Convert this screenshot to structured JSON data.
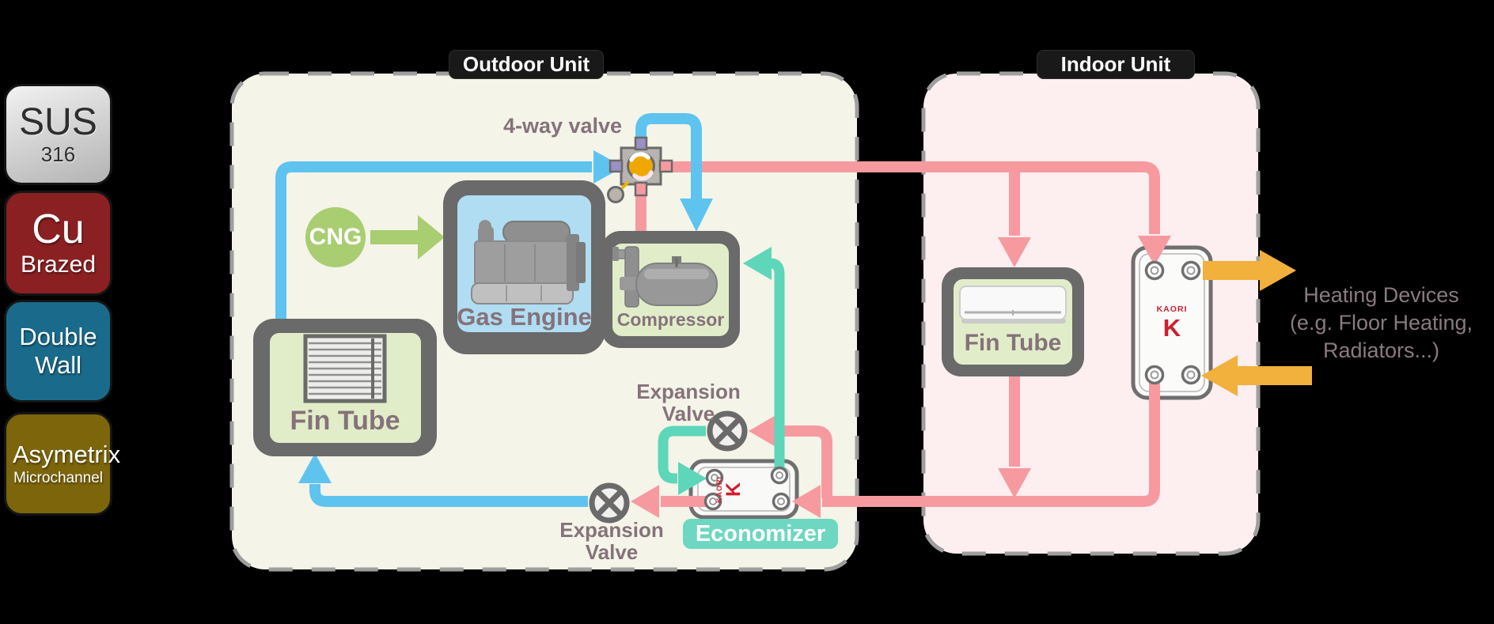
{
  "badges": [
    {
      "title": "SUS",
      "subtitle": "316"
    },
    {
      "title": "Cu",
      "subtitle": "Brazed"
    },
    {
      "title": "Double Wall",
      "subtitle": ""
    },
    {
      "title": "Asymetrix",
      "subtitle": "Microchannel"
    }
  ],
  "units": {
    "outdoor": "Outdoor Unit",
    "indoor": "Indoor Unit"
  },
  "components": {
    "four_way_valve": "4-way valve",
    "gas_engine": "Gas Engine",
    "compressor": "Compressor",
    "outdoor_fin_tube": "Fin Tube",
    "indoor_fin_tube": "Fin Tube",
    "economizer": "Economizer",
    "expansion_valve_upper": "Expansion Valve",
    "expansion_valve_lower": "Expansion Valve",
    "cng": "CNG"
  },
  "annotations": {
    "heating_devices": "Heating Devices\n(e.g. Floor Heating,\nRadiators...)"
  },
  "brand": {
    "name": "KAORI",
    "mark": "K"
  },
  "colors": {
    "background": "#000000",
    "outdoor_unit_bg": "#f4f4e8",
    "indoor_unit_bg": "#fdeef0",
    "dashed_border": "#9e9e9e",
    "pipe_hot_pink": "#f79aa0",
    "pipe_cold_blue": "#5fc3ef",
    "pipe_injection_teal": "#5ed6ba",
    "cng_green": "#a9cd71",
    "water_orange": "#f2b03c",
    "label_text": "#85727a",
    "economizer_badge": "#6ed7c1",
    "kaori_red": "#cf1e2f",
    "box_border_gray": "#6a6a6a",
    "box_fill_green": "#e1edc9",
    "box_fill_blue": "#b0ddf2",
    "sus_badge": "#d9d9d9",
    "cu_badge": "#8b2022",
    "double_wall_badge": "#1a6b8b",
    "asymetrix_badge": "#7c650b"
  }
}
